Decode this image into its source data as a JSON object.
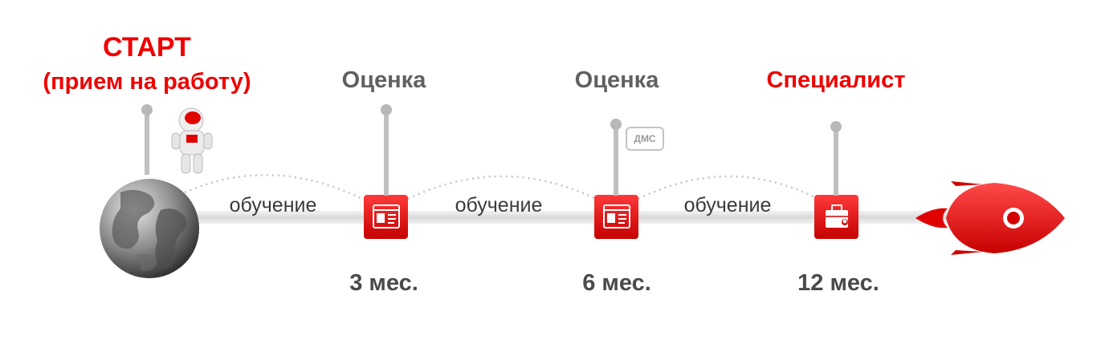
{
  "start": {
    "title": "СТАРТ",
    "subtitle": "(прием на работу)"
  },
  "milestones": [
    {
      "title": "Оценка",
      "period": "3 мес.",
      "icon": "thumbs-up-document-icon"
    },
    {
      "title": "Оценка",
      "period": "6 мес.",
      "icon": "thumbs-up-document-icon",
      "badge": "ДМС"
    },
    {
      "title": "Специалист",
      "period": "12 мес.",
      "icon": "briefcase-person-icon"
    }
  ],
  "training_label": "обучение",
  "colors": {
    "accent": "#ee0000",
    "gray_text": "#606060",
    "pole": "#c0c0c0"
  }
}
